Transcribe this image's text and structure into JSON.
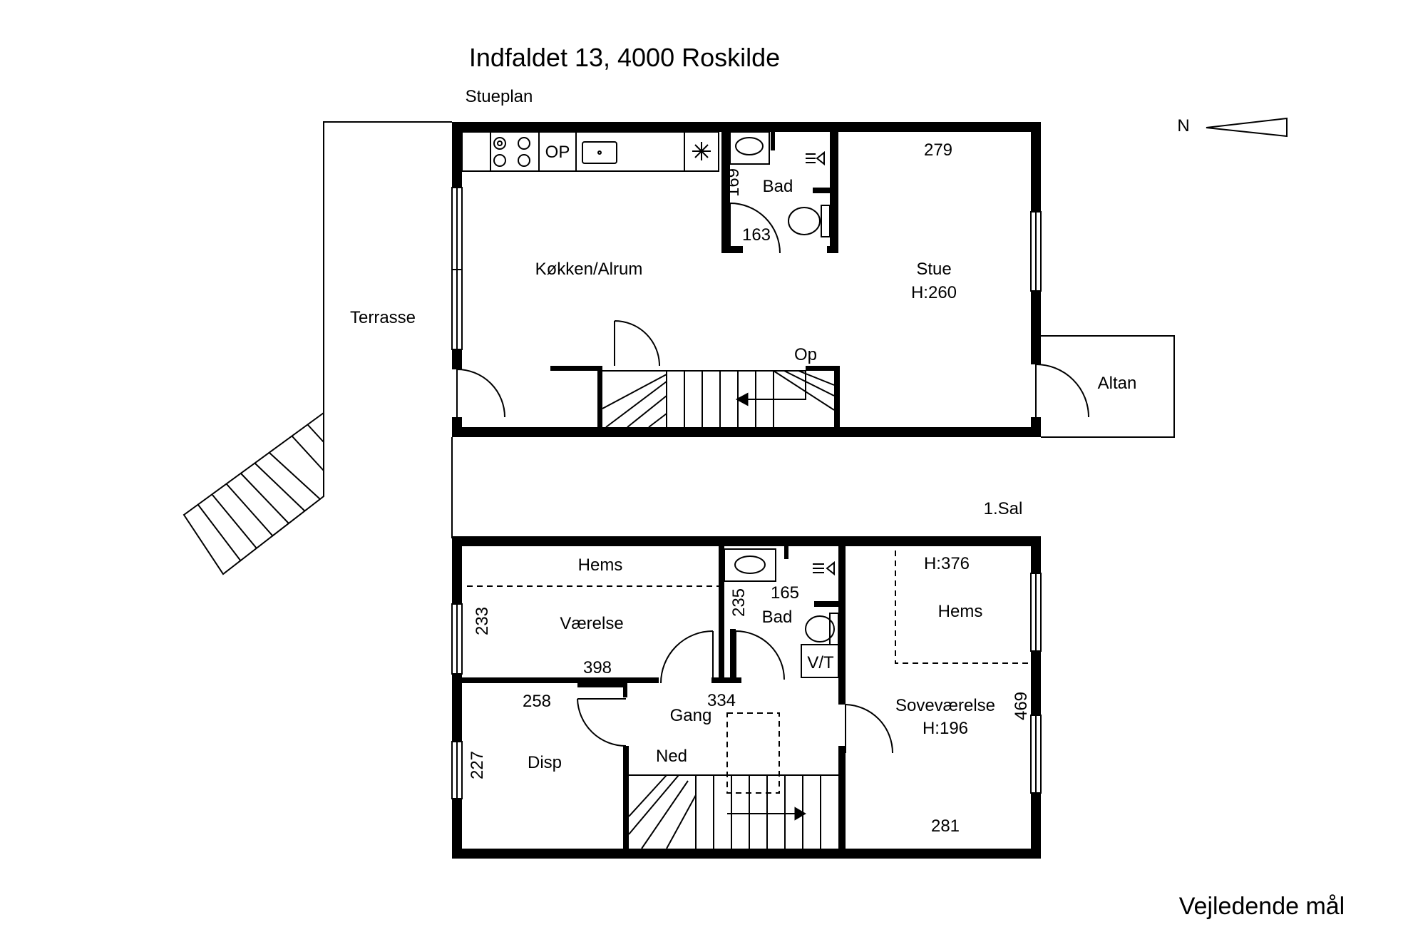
{
  "title": "Indfaldet 13, 4000 Roskilde",
  "note": "Vejledende mål",
  "north_label": "N",
  "ground_floor": {
    "label": "Stueplan",
    "rooms": {
      "kitchen": "Køkken/Alrum",
      "living": "Stue",
      "living_height": "H:260",
      "bath": "Bad",
      "terrace": "Terrasse",
      "balcony": "Altan"
    },
    "fixtures": {
      "op_counter": "OP",
      "stairs_up": "Op"
    },
    "dimensions": {
      "living_width": "279",
      "bath_depth": "169",
      "bath_width": "163"
    }
  },
  "first_floor": {
    "label": "1.Sal",
    "rooms": {
      "loft_left": "Hems",
      "room": "Værelse",
      "storage": "Disp",
      "hall": "Gang",
      "stairs_down": "Ned",
      "bath": "Bad",
      "washer_dryer": "V/T",
      "loft_right": "Hems",
      "loft_height": "H:376",
      "bedroom": "Soveværelse",
      "bedroom_height": "H:196"
    },
    "dimensions": {
      "room_depth": "233",
      "room_width": "398",
      "storage_width": "258",
      "storage_depth": "227",
      "bath_depth": "235",
      "bath_width": "165",
      "hall_width": "334",
      "bedroom_depth": "469",
      "bedroom_width": "281"
    }
  }
}
